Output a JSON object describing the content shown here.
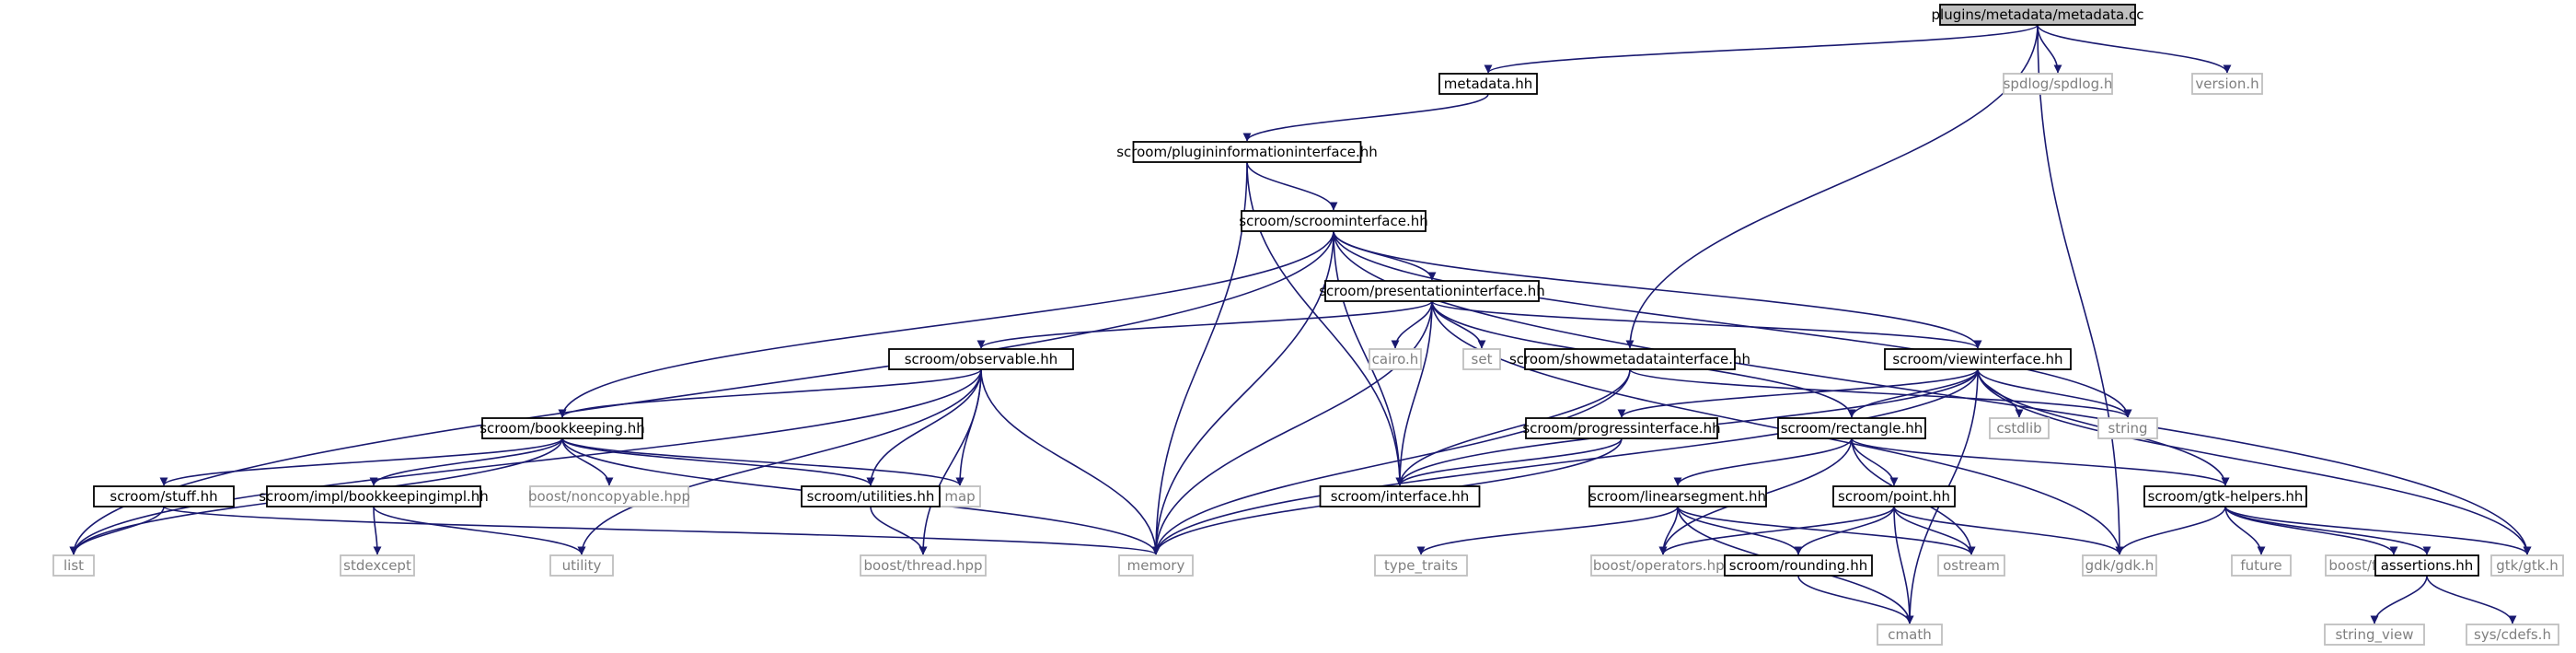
{
  "diagram": {
    "title": "plugins/metadata/metadata.cc",
    "colors": {
      "edge": "#191970",
      "internal_border": "#000000",
      "external_border": "#bfbfbf",
      "external_text": "#7f7f7f",
      "internal_text": "#000000",
      "root_fill": "#bfbfbf",
      "fill": "#ffffff"
    },
    "nodes": [
      {
        "id": "root",
        "label": "plugins/metadata/metadata.cc",
        "kind": "root"
      },
      {
        "id": "metadata_hh",
        "label": "metadata.hh",
        "kind": "internal"
      },
      {
        "id": "spdlog",
        "label": "spdlog/spdlog.h",
        "kind": "external"
      },
      {
        "id": "version",
        "label": "version.h",
        "kind": "external"
      },
      {
        "id": "plugininfo",
        "label": "scroom/plugininformationinterface.hh",
        "kind": "internal"
      },
      {
        "id": "scroomif",
        "label": "scroom/scroominterface.hh",
        "kind": "internal"
      },
      {
        "id": "presif",
        "label": "scroom/presentationinterface.hh",
        "kind": "internal"
      },
      {
        "id": "showmeta",
        "label": "scroom/showmetadatainterface.hh",
        "kind": "internal"
      },
      {
        "id": "viewif",
        "label": "scroom/viewinterface.hh",
        "kind": "internal"
      },
      {
        "id": "observable",
        "label": "scroom/observable.hh",
        "kind": "internal"
      },
      {
        "id": "cairo",
        "label": "cairo.h",
        "kind": "external"
      },
      {
        "id": "set",
        "label": "set",
        "kind": "external"
      },
      {
        "id": "bookkeeping",
        "label": "scroom/bookkeeping.hh",
        "kind": "internal"
      },
      {
        "id": "progressif",
        "label": "scroom/progressinterface.hh",
        "kind": "internal"
      },
      {
        "id": "rectangle",
        "label": "scroom/rectangle.hh",
        "kind": "internal"
      },
      {
        "id": "cstdlib",
        "label": "cstdlib",
        "kind": "external"
      },
      {
        "id": "string",
        "label": "string",
        "kind": "external"
      },
      {
        "id": "interface",
        "label": "scroom/interface.hh",
        "kind": "internal"
      },
      {
        "id": "map",
        "label": "map",
        "kind": "external"
      },
      {
        "id": "noncopyable",
        "label": "boost/noncopyable.hpp",
        "kind": "external"
      },
      {
        "id": "utilities",
        "label": "scroom/utilities.hh",
        "kind": "internal"
      },
      {
        "id": "stuff",
        "label": "scroom/stuff.hh",
        "kind": "internal"
      },
      {
        "id": "bkimpl",
        "label": "scroom/impl/bookkeepingimpl.hh",
        "kind": "internal"
      },
      {
        "id": "linseg",
        "label": "scroom/linearsegment.hh",
        "kind": "internal"
      },
      {
        "id": "point",
        "label": "scroom/point.hh",
        "kind": "internal"
      },
      {
        "id": "gtkhelpers",
        "label": "scroom/gtk-helpers.hh",
        "kind": "internal"
      },
      {
        "id": "list",
        "label": "list",
        "kind": "external"
      },
      {
        "id": "stdexcept",
        "label": "stdexcept",
        "kind": "external"
      },
      {
        "id": "utility",
        "label": "utility",
        "kind": "external"
      },
      {
        "id": "memory",
        "label": "memory",
        "kind": "external"
      },
      {
        "id": "thread",
        "label": "boost/thread.hpp",
        "kind": "external"
      },
      {
        "id": "type_traits",
        "label": "type_traits",
        "kind": "external"
      },
      {
        "id": "operators",
        "label": "boost/operators.hpp",
        "kind": "external"
      },
      {
        "id": "rounding",
        "label": "scroom/rounding.hh",
        "kind": "internal"
      },
      {
        "id": "ostream",
        "label": "ostream",
        "kind": "external"
      },
      {
        "id": "gdk",
        "label": "gdk/gdk.h",
        "kind": "external"
      },
      {
        "id": "future",
        "label": "future",
        "kind": "external"
      },
      {
        "id": "function",
        "label": "boost/function.hpp",
        "kind": "external"
      },
      {
        "id": "assertions",
        "label": "assertions.hh",
        "kind": "internal"
      },
      {
        "id": "gtk",
        "label": "gtk/gtk.h",
        "kind": "external"
      },
      {
        "id": "cmath",
        "label": "cmath",
        "kind": "external"
      },
      {
        "id": "string_view",
        "label": "string_view",
        "kind": "external"
      },
      {
        "id": "cdefs",
        "label": "sys/cdefs.h",
        "kind": "external"
      }
    ],
    "edges": [
      [
        "root",
        "metadata_hh"
      ],
      [
        "root",
        "spdlog"
      ],
      [
        "root",
        "version"
      ],
      [
        "root",
        "showmeta"
      ],
      [
        "root",
        "gdk"
      ],
      [
        "metadata_hh",
        "plugininfo"
      ],
      [
        "plugininfo",
        "scroomif"
      ],
      [
        "plugininfo",
        "interface"
      ],
      [
        "plugininfo",
        "memory"
      ],
      [
        "scroomif",
        "presif"
      ],
      [
        "scroomif",
        "viewif"
      ],
      [
        "scroomif",
        "bookkeeping"
      ],
      [
        "scroomif",
        "interface"
      ],
      [
        "scroomif",
        "memory"
      ],
      [
        "scroomif",
        "list"
      ],
      [
        "scroomif",
        "string"
      ],
      [
        "scroomif",
        "gtk"
      ],
      [
        "presif",
        "observable"
      ],
      [
        "presif",
        "cairo"
      ],
      [
        "presif",
        "set"
      ],
      [
        "presif",
        "viewif"
      ],
      [
        "presif",
        "rectangle"
      ],
      [
        "presif",
        "interface"
      ],
      [
        "presif",
        "memory"
      ],
      [
        "presif",
        "gdk"
      ],
      [
        "showmeta",
        "interface"
      ],
      [
        "showmeta",
        "memory"
      ],
      [
        "showmeta",
        "string"
      ],
      [
        "viewif",
        "progressif"
      ],
      [
        "viewif",
        "rectangle"
      ],
      [
        "viewif",
        "cstdlib"
      ],
      [
        "viewif",
        "string"
      ],
      [
        "viewif",
        "interface"
      ],
      [
        "viewif",
        "memory"
      ],
      [
        "viewif",
        "gtkhelpers"
      ],
      [
        "viewif",
        "gtk"
      ],
      [
        "viewif",
        "cmath"
      ],
      [
        "observable",
        "bookkeeping"
      ],
      [
        "observable",
        "list"
      ],
      [
        "observable",
        "map"
      ],
      [
        "observable",
        "utilities"
      ],
      [
        "observable",
        "utility"
      ],
      [
        "observable",
        "memory"
      ],
      [
        "observable",
        "thread"
      ],
      [
        "bookkeeping",
        "map"
      ],
      [
        "bookkeeping",
        "noncopyable"
      ],
      [
        "bookkeeping",
        "utilities"
      ],
      [
        "bookkeeping",
        "stuff"
      ],
      [
        "bookkeeping",
        "bkimpl"
      ],
      [
        "bookkeeping",
        "list"
      ],
      [
        "bookkeeping",
        "memory"
      ],
      [
        "progressif",
        "interface"
      ],
      [
        "progressif",
        "memory"
      ],
      [
        "rectangle",
        "linseg"
      ],
      [
        "rectangle",
        "point"
      ],
      [
        "rectangle",
        "gtkhelpers"
      ],
      [
        "rectangle",
        "ostream"
      ],
      [
        "rectangle",
        "operators"
      ],
      [
        "utilities",
        "thread"
      ],
      [
        "stuff",
        "list"
      ],
      [
        "stuff",
        "memory"
      ],
      [
        "bkimpl",
        "stdexcept"
      ],
      [
        "bkimpl",
        "utility"
      ],
      [
        "linseg",
        "type_traits"
      ],
      [
        "linseg",
        "operators"
      ],
      [
        "linseg",
        "rounding"
      ],
      [
        "linseg",
        "ostream"
      ],
      [
        "linseg",
        "cmath"
      ],
      [
        "point",
        "operators"
      ],
      [
        "point",
        "rounding"
      ],
      [
        "point",
        "ostream"
      ],
      [
        "point",
        "gdk"
      ],
      [
        "point",
        "cmath"
      ],
      [
        "gtkhelpers",
        "future"
      ],
      [
        "gtkhelpers",
        "function"
      ],
      [
        "gtkhelpers",
        "assertions"
      ],
      [
        "gtkhelpers",
        "gtk"
      ],
      [
        "gtkhelpers",
        "gdk"
      ],
      [
        "rounding",
        "cmath"
      ],
      [
        "assertions",
        "string_view"
      ],
      [
        "assertions",
        "cdefs"
      ]
    ]
  }
}
